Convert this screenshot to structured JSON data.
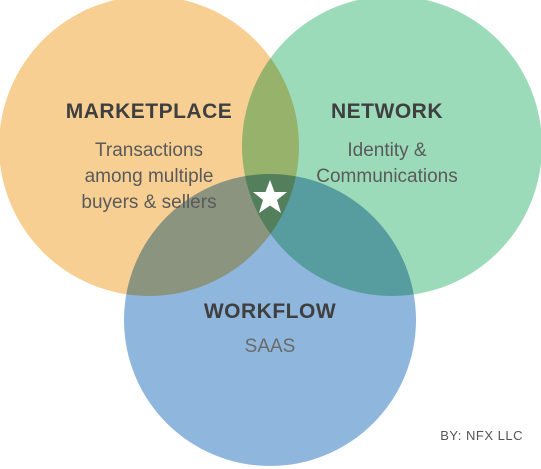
{
  "sets": [
    {
      "title": "MARKETPLACE",
      "lines": [
        "Transactions",
        "among multiple",
        "buyers & sellers"
      ],
      "color": "#f7cf93"
    },
    {
      "title": "NETWORK",
      "lines": [
        "Identity &",
        "Communications"
      ],
      "color": "#9bdbb9"
    },
    {
      "title": "WORKFLOW",
      "lines": [
        "SAAS"
      ],
      "color": "#8fb6dc"
    }
  ],
  "center_icon": "star-icon",
  "credit": "BY: NFX LLC"
}
